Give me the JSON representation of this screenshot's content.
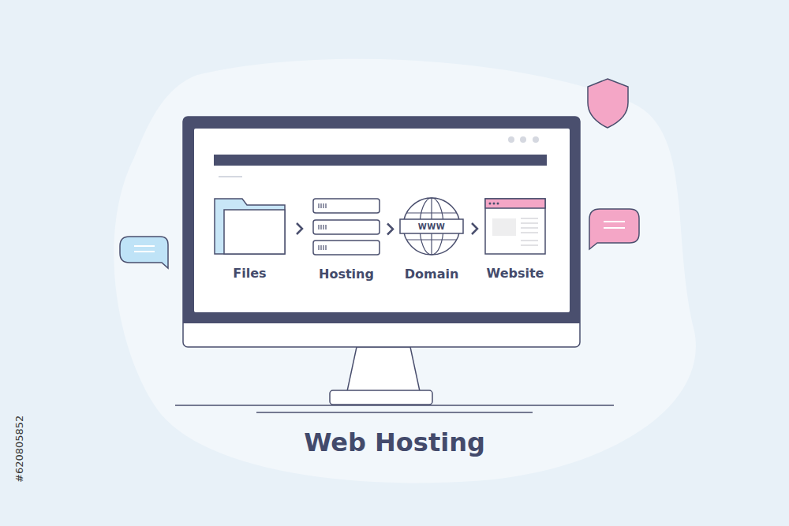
{
  "diagram": {
    "title": "Web Hosting",
    "nodes": [
      {
        "text": [
          "Files"
        ]
      },
      {
        "text": [
          "Hosting"
        ]
      },
      {
        "text": [
          "WWW",
          "Domain"
        ]
      },
      {
        "text": [
          "Website"
        ]
      }
    ],
    "edges": [
      {
        "from": 0,
        "to": 1,
        "arrow": "to"
      },
      {
        "from": 1,
        "to": 2,
        "arrow": "to"
      },
      {
        "from": 2,
        "to": 3,
        "arrow": "to"
      }
    ],
    "labels": [
      "#620805852"
    ]
  }
}
